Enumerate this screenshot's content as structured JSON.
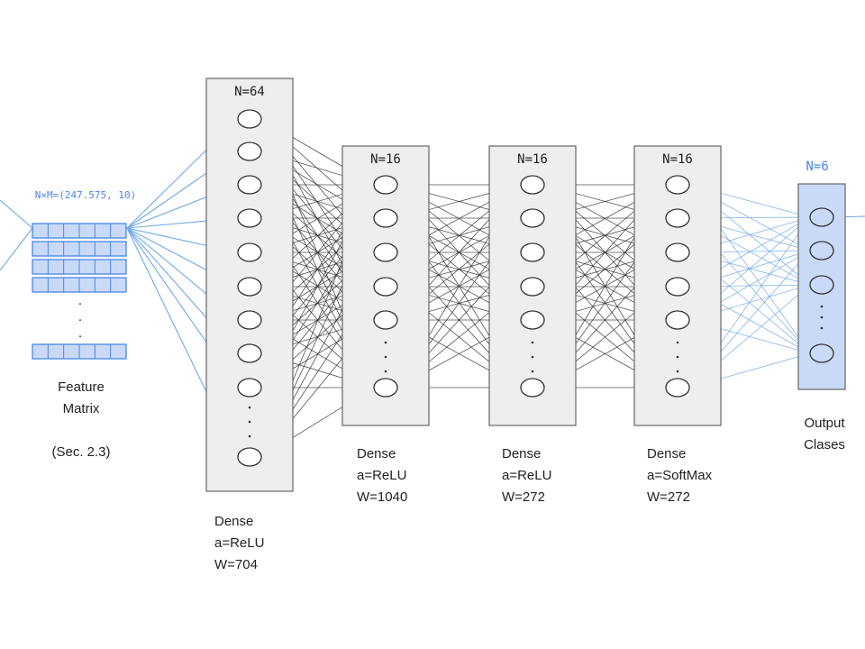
{
  "feature_matrix": {
    "shape_label": "N×M=(247.575, 10)",
    "caption_line1": "Feature",
    "caption_line2": "Matrix",
    "reference": "(Sec. 2.3)"
  },
  "layers": [
    {
      "id": "dense1",
      "size_label": "N=64",
      "type": "Dense",
      "activation": "a=ReLU",
      "weights": "W=704"
    },
    {
      "id": "dense2",
      "size_label": "N=16",
      "type": "Dense",
      "activation": "a=ReLU",
      "weights": "W=1040"
    },
    {
      "id": "dense3",
      "size_label": "N=16",
      "type": "Dense",
      "activation": "a=ReLU",
      "weights": "W=272"
    },
    {
      "id": "dense4",
      "size_label": "N=16",
      "type": "Dense",
      "activation": "a=SoftMax",
      "weights": "W=272"
    }
  ],
  "output": {
    "size_label": "N=6",
    "caption_line1": "Output",
    "caption_line2": "Clases"
  },
  "colors": {
    "blue_accent": "#4a86e8",
    "blue_line": "#6fa8e6",
    "blue_fill": "#c9daf8",
    "box_fill": "#eeeeee",
    "box_stroke": "#666666",
    "dark_line": "#333333"
  }
}
